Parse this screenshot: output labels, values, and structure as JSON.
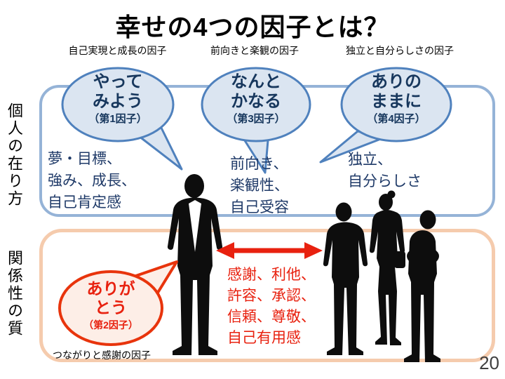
{
  "title": "幸せの4つの因子とは？",
  "page_number": "20",
  "top_labels": {
    "growth": "自己実現と成長の因子",
    "optimism": "前向きと楽観の因子",
    "independence": "独立と自分らしさの因子"
  },
  "side_labels": {
    "personal": "個人の在り方",
    "relational": "関係性の質"
  },
  "bubbles": {
    "factor1": {
      "text": "やって\nみよう",
      "sub": "（第1因子）"
    },
    "factor3": {
      "text": "なんと\nかなる",
      "sub": "（第3因子）"
    },
    "factor4": {
      "text": "ありの\nままに",
      "sub": "（第4因子）"
    },
    "factor2": {
      "text": "ありが\nとう",
      "sub": "（第2因子）"
    }
  },
  "descriptions": {
    "factor1": "夢・目標、\n強み、成長、\n自己肯定感",
    "factor3": "前向き、\n楽観性、\n自己受容",
    "factor4": "独立、\n自分らしさ",
    "factor2": "感謝、利他、\n許容、承認、\n信頼、尊敬、\n自己有用感"
  },
  "bottom_label": "つながりと感謝の因子",
  "colors": {
    "bubble_blue_fill": "#dbe5f1",
    "bubble_blue_border": "#4f81bd",
    "navy_text": "#17375d",
    "blue_box_border": "#95b3d7",
    "orange_box_border": "#f5cbad",
    "red_accent": "#e8210f",
    "red_bubble_fill": "#fdeee7",
    "silhouette_black": "#0d0d0d"
  }
}
